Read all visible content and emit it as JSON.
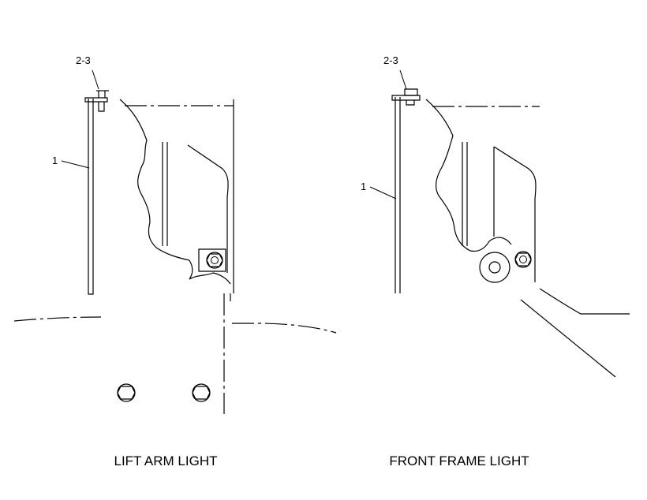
{
  "left_view": {
    "caption": "LIFT ARM LIGHT",
    "callouts": [
      {
        "text": "2-3"
      },
      {
        "text": "1"
      }
    ]
  },
  "right_view": {
    "caption": "FRONT FRAME LIGHT",
    "callouts": [
      {
        "text": "2-3"
      },
      {
        "text": "1"
      }
    ]
  }
}
